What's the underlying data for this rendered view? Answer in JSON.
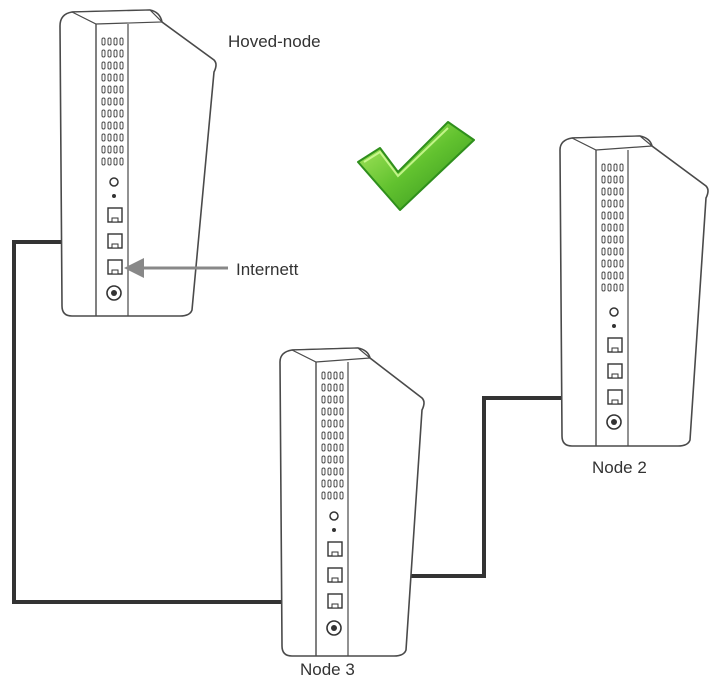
{
  "diagram": {
    "nodes": {
      "main": {
        "label": "Hoved-node"
      },
      "node2": {
        "label": "Node 2"
      },
      "node3": {
        "label": "Node 3"
      }
    },
    "arrow_label": "Internett",
    "status_icon": "checkmark-icon",
    "colors": {
      "cable": "#333333",
      "arrow": "#888888",
      "check_light": "#9be24c",
      "check_dark": "#2f8f1c",
      "device_body": "#ffffff",
      "device_outline": "#4a4a4a",
      "vent": "#4a4a4a"
    }
  }
}
